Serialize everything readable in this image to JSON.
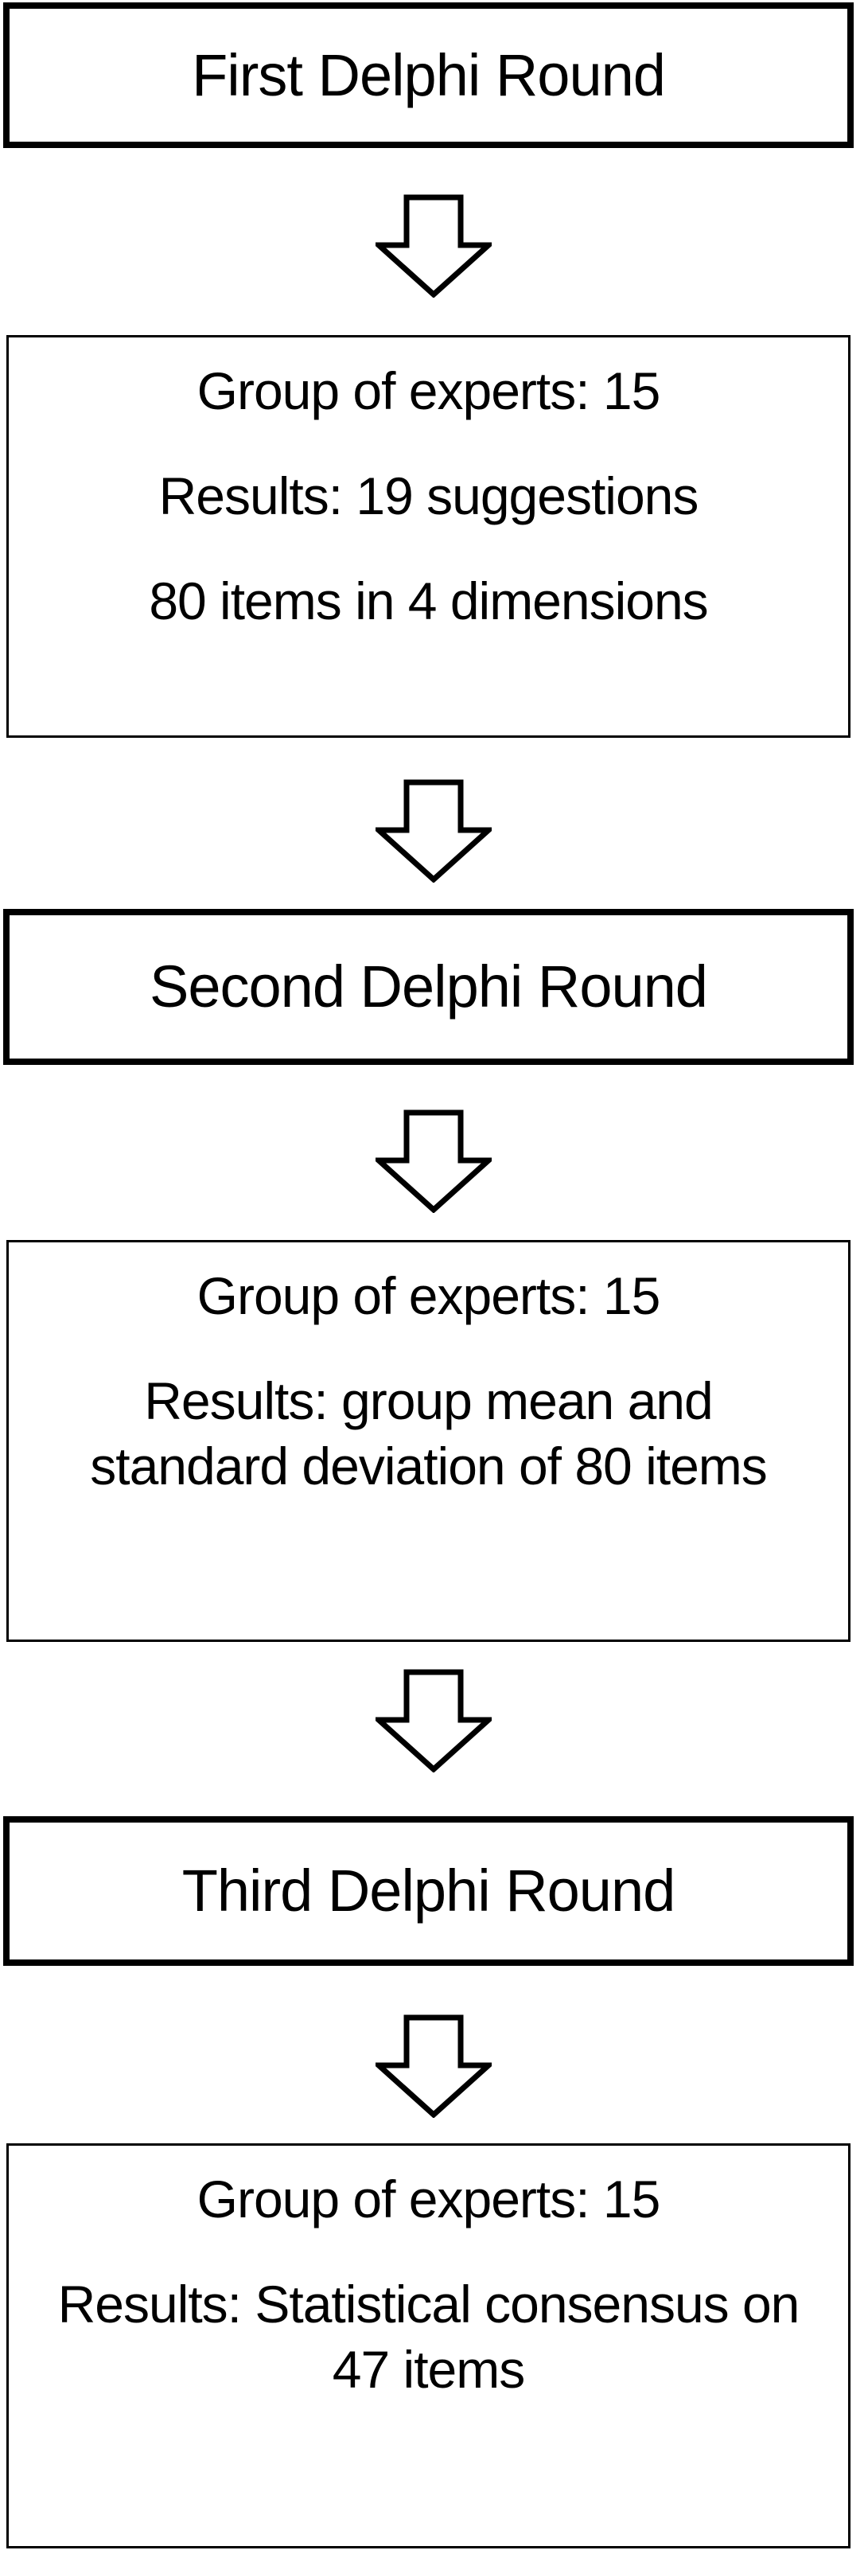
{
  "figure": {
    "type": "flowchart",
    "direction": "down",
    "connector_icon": "down-arrow",
    "ink_color": "#000000",
    "fill_color": "#ffffff"
  },
  "flow": {
    "nodes": [
      {
        "kind": "round-header",
        "title": "First Delphi Round"
      },
      {
        "kind": "round-results",
        "paragraphs": [
          {
            "lines": [
              "Group of experts: 15"
            ]
          },
          {
            "lines": [
              "Results: 19 suggestions"
            ]
          },
          {
            "lines": [
              "80 items in 4 dimensions"
            ]
          }
        ]
      },
      {
        "kind": "round-header",
        "title": "Second Delphi Round"
      },
      {
        "kind": "round-results",
        "paragraphs": [
          {
            "lines": [
              "Group of experts: 15"
            ]
          },
          {
            "lines": [
              "Results: group mean and",
              "standard deviation of 80 items"
            ]
          }
        ]
      },
      {
        "kind": "round-header",
        "title": "Third Delphi Round"
      },
      {
        "kind": "round-results",
        "paragraphs": [
          {
            "lines": [
              "Group of experts: 15"
            ]
          },
          {
            "lines": [
              "Results: Statistical consensus on",
              "47 items"
            ]
          }
        ]
      }
    ]
  }
}
